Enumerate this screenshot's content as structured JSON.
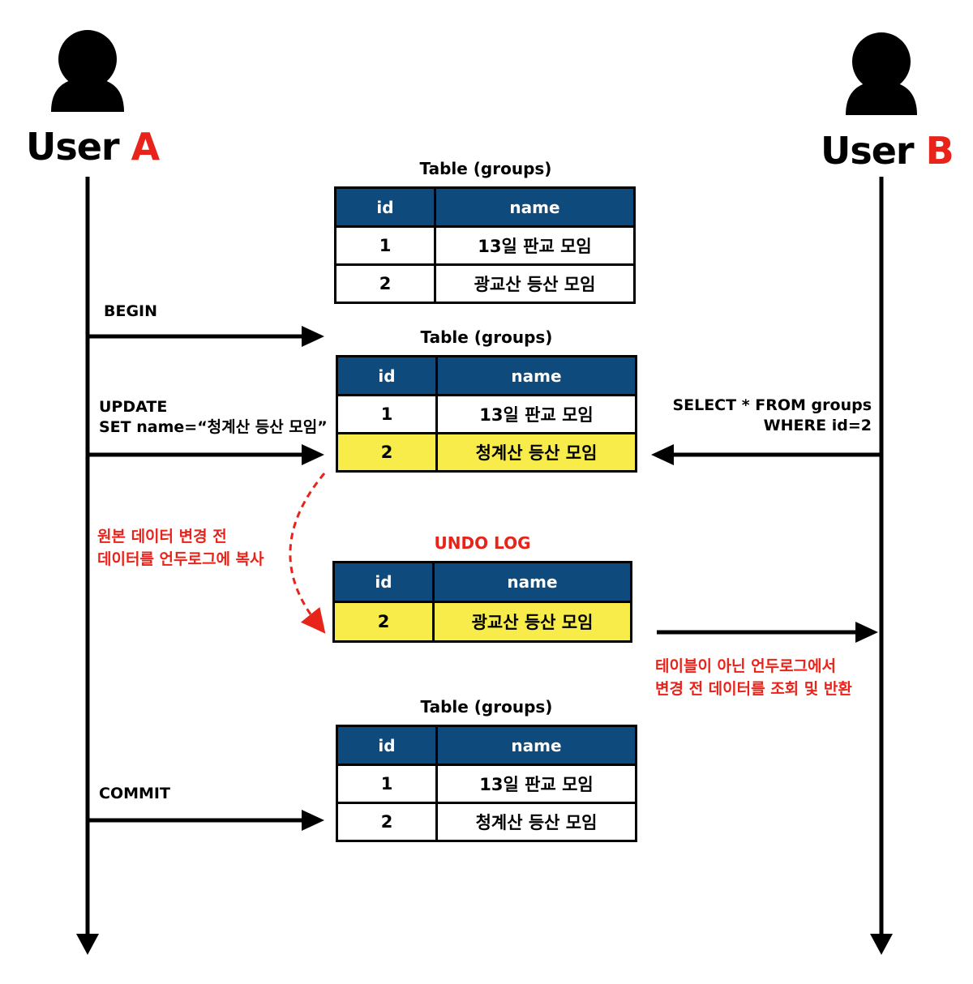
{
  "users": {
    "a": {
      "prefix": "User ",
      "letter": "A"
    },
    "b": {
      "prefix": "User ",
      "letter": "B"
    }
  },
  "tables": [
    {
      "caption": "Table (groups)",
      "header": {
        "id": "id",
        "name": "name"
      },
      "rows": [
        {
          "id": "1",
          "name": "13일 판교 모임"
        },
        {
          "id": "2",
          "name": "광교산 등산 모임"
        }
      ]
    },
    {
      "caption": "Table (groups)",
      "header": {
        "id": "id",
        "name": "name"
      },
      "rows": [
        {
          "id": "1",
          "name": "13일 판교 모임"
        },
        {
          "id": "2",
          "name": "청계산 등산 모임"
        }
      ]
    },
    {
      "caption": "UNDO LOG",
      "header": {
        "id": "id",
        "name": "name"
      },
      "rows": [
        {
          "id": "2",
          "name": "광교산 등산 모임"
        }
      ]
    },
    {
      "caption": "Table (groups)",
      "header": {
        "id": "id",
        "name": "name"
      },
      "rows": [
        {
          "id": "1",
          "name": "13일 판교 모임"
        },
        {
          "id": "2",
          "name": "청계산 등산 모임"
        }
      ]
    }
  ],
  "steps": {
    "begin": "BEGIN",
    "update_line1": "UPDATE",
    "update_line2": "SET name=“청계산 등산 모임”",
    "select_line1": "SELECT * FROM groups",
    "select_line2": "WHERE id=2",
    "commit": "COMMIT"
  },
  "annotations": {
    "undo_copy_line1": "원본 데이터 변경 전",
    "undo_copy_line2": "데이터를 언두로그에 복사",
    "read_undo_line1": "테이블이 아닌 언두로그에서",
    "read_undo_line2": "변경 전 데이터를 조회 및 반환"
  },
  "colors": {
    "header_bg": "#0e4a7c",
    "highlight_row": "#f8ec4a",
    "accent_red": "#e8231a"
  }
}
